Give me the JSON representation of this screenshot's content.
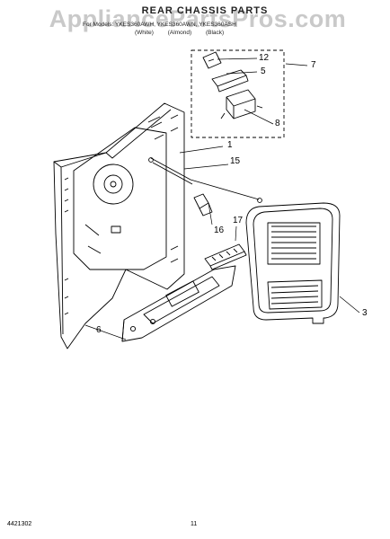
{
  "header": {
    "title": "REAR CHASSIS PARTS",
    "subtitle": "For Models: YKES360AWH, YKES360AWN, YKES360ASH",
    "variants": [
      "(White)",
      "(Almond)",
      "(Black)"
    ]
  },
  "watermark": "AppliancePartsPros.com",
  "callouts": [
    "1",
    "3",
    "5",
    "6",
    "7",
    "8",
    "12",
    "15",
    "16",
    "17"
  ],
  "footer": {
    "doc_number": "4421302",
    "page_number": "11"
  }
}
